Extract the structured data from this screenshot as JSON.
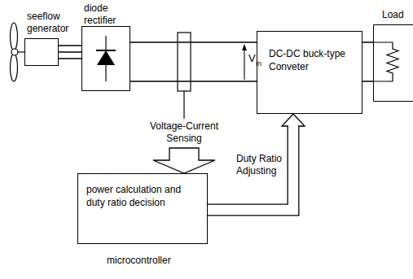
{
  "diagram": {
    "nodes": [
      {
        "text": [
          "seeflow generator"
        ]
      },
      {
        "text": [
          "diode rectifier"
        ]
      },
      {
        "text": [
          "DC-DC buck-type Conveter"
        ]
      },
      {
        "text": [
          "Load"
        ]
      },
      {
        "text": [
          "power calculation and duty ratio decision",
          "microcontroller"
        ]
      }
    ],
    "edges": [
      {
        "from": 0,
        "to": 1,
        "arrow": "none"
      },
      {
        "from": 1,
        "to": 2,
        "arrow": "none"
      },
      {
        "from": 2,
        "to": 3,
        "arrow": "none"
      },
      {
        "from": 4,
        "to": 2,
        "label": "Duty Ratio Adjusting",
        "arrow": "to"
      }
    ],
    "labels": [
      "V",
      "in",
      "Voltage-Current Sensing"
    ]
  }
}
